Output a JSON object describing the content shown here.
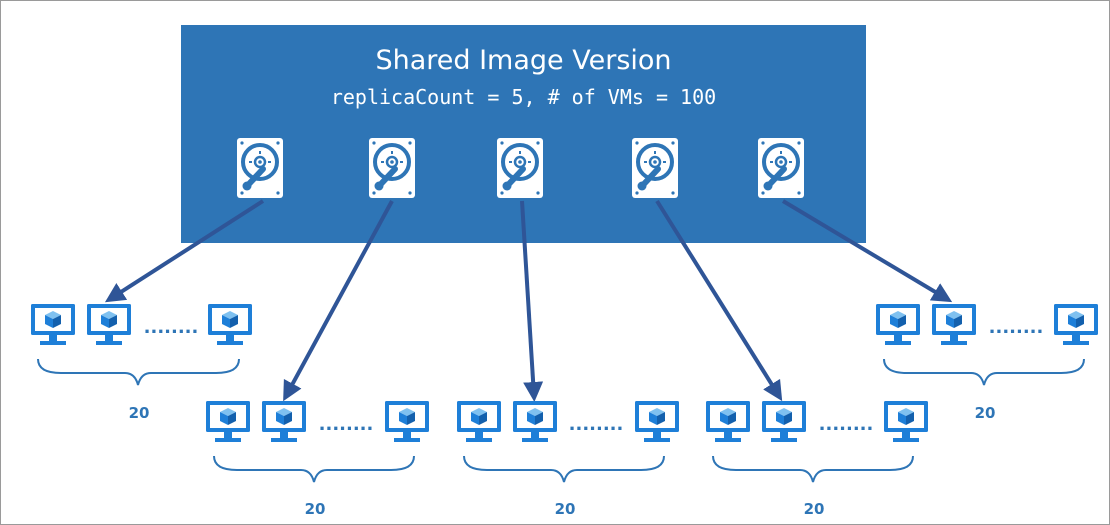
{
  "diagram": {
    "title": "Shared Image Version",
    "subtitle": "replicaCount = 5, # of VMs = 100",
    "replica_icon": "hard-disk-icon",
    "vm_icon": "vm-monitor-icon",
    "brace_icon": "curly-brace",
    "colors": {
      "banner": "#2e75b6",
      "arrow": "#2f5597",
      "icon": "#1e7fd8",
      "text": "#2e75b6"
    },
    "groups": [
      {
        "vm_count": "20",
        "ellipsis": "........"
      },
      {
        "vm_count": "20",
        "ellipsis": "........"
      },
      {
        "vm_count": "20",
        "ellipsis": "........"
      },
      {
        "vm_count": "20",
        "ellipsis": "........"
      },
      {
        "vm_count": "20",
        "ellipsis": "........"
      }
    ]
  }
}
